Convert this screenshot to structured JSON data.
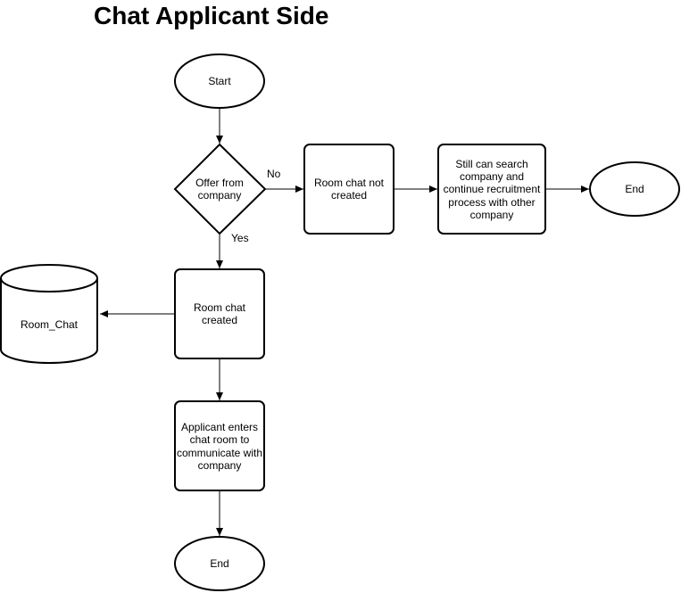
{
  "title": "Chat Applicant Side",
  "nodes": {
    "start": {
      "label": "Start"
    },
    "decision": {
      "lines": [
        "Offer from",
        "company"
      ]
    },
    "not_created": {
      "lines": [
        "Room chat not",
        "created"
      ]
    },
    "search": {
      "lines": [
        "Still can search",
        "company and",
        "continue recruitment",
        "process with other",
        "company"
      ]
    },
    "end_right": {
      "label": "End"
    },
    "created": {
      "lines": [
        "Room chat",
        "created"
      ]
    },
    "database": {
      "label": "Room_Chat"
    },
    "enters": {
      "lines": [
        "Applicant enters",
        "chat room to",
        "communicate with",
        "company"
      ]
    },
    "end_bottom": {
      "label": "End"
    }
  },
  "edges": {
    "no_label": "No",
    "yes_label": "Yes"
  }
}
